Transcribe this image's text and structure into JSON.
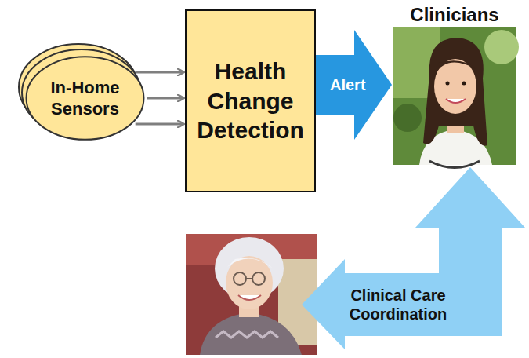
{
  "diagram": {
    "nodes": [
      {
        "text": [
          "In-Home Sensors"
        ]
      },
      {
        "text": [
          "Health Change Detection"
        ]
      },
      {
        "text": [
          "Clinicians"
        ]
      }
    ],
    "edges": [
      {
        "from": 0,
        "to": 1,
        "arrow": "to"
      },
      {
        "from": 0,
        "to": 1,
        "arrow": "to"
      },
      {
        "from": 0,
        "to": 1,
        "arrow": "to"
      },
      {
        "from": 1,
        "to": 2,
        "label": "Alert",
        "arrow": "to"
      }
    ],
    "labels": [
      "Clinical Care Coordination"
    ]
  }
}
